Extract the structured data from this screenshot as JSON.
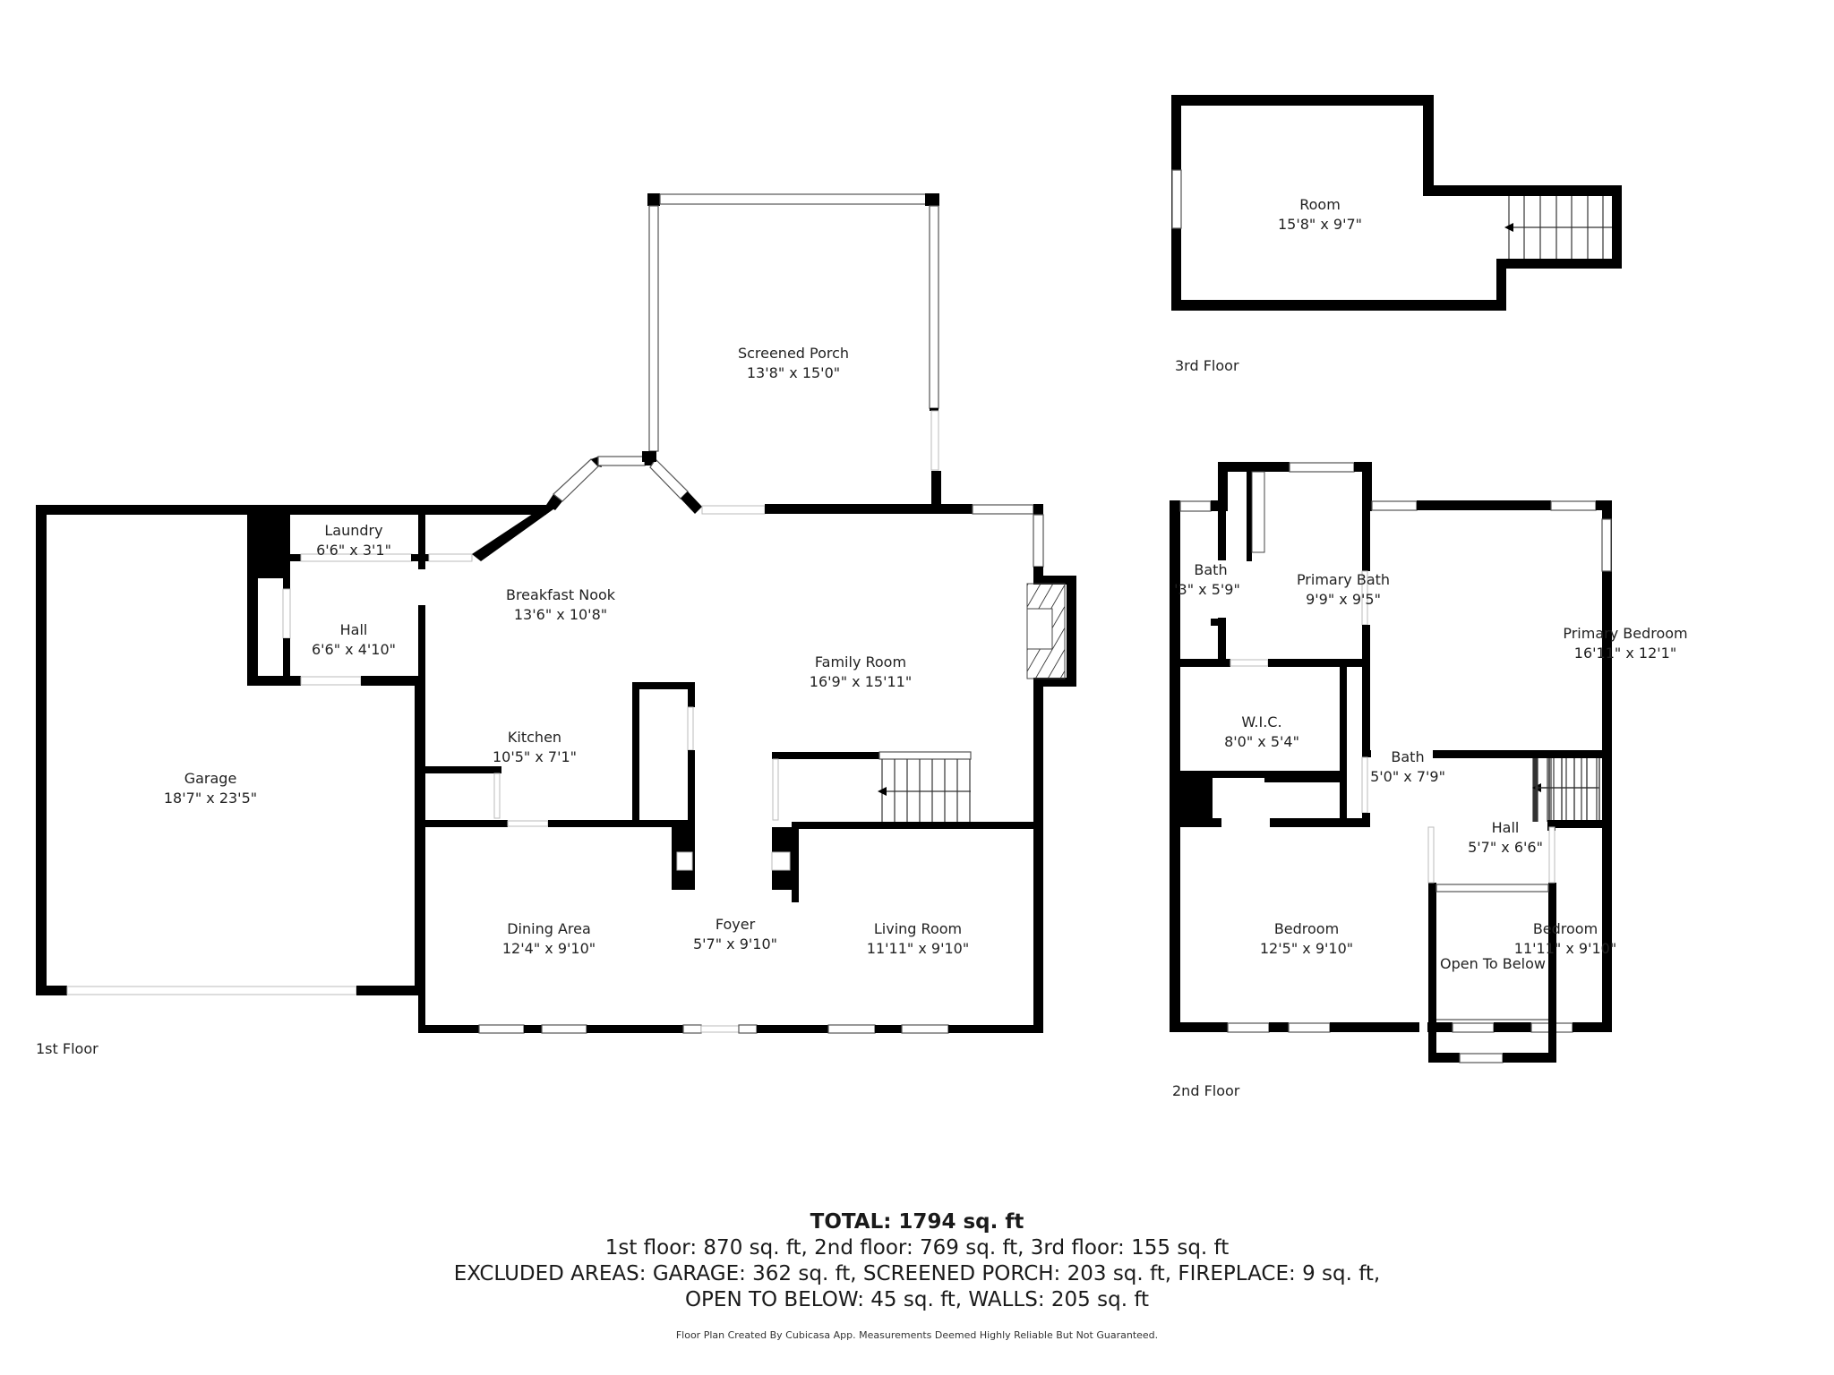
{
  "floors": {
    "first": {
      "label": "1st Floor",
      "rooms": [
        {
          "name": "Garage",
          "dims": "18'7\" x 23'5\""
        },
        {
          "name": "Laundry",
          "dims": "6'6\" x 3'1\""
        },
        {
          "name": "Hall",
          "dims": "6'6\" x 4'10\""
        },
        {
          "name": "Breakfast Nook",
          "dims": "13'6\" x 10'8\""
        },
        {
          "name": "Screened Porch",
          "dims": "13'8\" x 15'0\""
        },
        {
          "name": "Family Room",
          "dims": "16'9\" x 15'11\""
        },
        {
          "name": "Kitchen",
          "dims": "10'5\" x 7'1\""
        },
        {
          "name": "Dining Area",
          "dims": "12'4\" x 9'10\""
        },
        {
          "name": "Foyer",
          "dims": "5'7\" x 9'10\""
        },
        {
          "name": "Living Room",
          "dims": "11'11\" x 9'10\""
        }
      ]
    },
    "second": {
      "label": "2nd Floor",
      "rooms": [
        {
          "name": "Bath",
          "dims": "'3\" x 5'9\""
        },
        {
          "name": "Primary Bath",
          "dims": "9'9\" x 9'5\""
        },
        {
          "name": "Primary Bedroom",
          "dims": "16'11\" x 12'1\""
        },
        {
          "name": "W.I.C.",
          "dims": "8'0\" x 5'4\""
        },
        {
          "name": "Bath",
          "dims": "5'0\" x 7'9\""
        },
        {
          "name": "Hall",
          "dims": "5'7\" x 6'6\""
        },
        {
          "name": "Bedroom",
          "dims": "12'5\" x 9'10\""
        },
        {
          "name": "Open To Below",
          "dims": ""
        },
        {
          "name": "Bedroom",
          "dims": "11'11\" x 9'10\""
        }
      ]
    },
    "third": {
      "label": "3rd Floor",
      "rooms": [
        {
          "name": "Room",
          "dims": "15'8\" x 9'7\""
        }
      ]
    }
  },
  "summary": {
    "total": "TOTAL: 1794 sq. ft",
    "floors_line": "1st floor: 870 sq. ft, 2nd floor: 769 sq. ft, 3rd floor: 155 sq. ft",
    "excluded_line1": "EXCLUDED AREAS: GARAGE: 362 sq. ft, SCREENED PORCH: 203 sq. ft, FIREPLACE: 9 sq. ft,",
    "excluded_line2": "OPEN TO BELOW: 45 sq. ft, WALLS: 205 sq. ft",
    "disclaimer": "Floor Plan Created By Cubicasa App. Measurements Deemed Highly Reliable But Not Guaranteed."
  },
  "colors": {
    "wall": "#000000",
    "background": "#ffffff",
    "text": "#222222"
  }
}
